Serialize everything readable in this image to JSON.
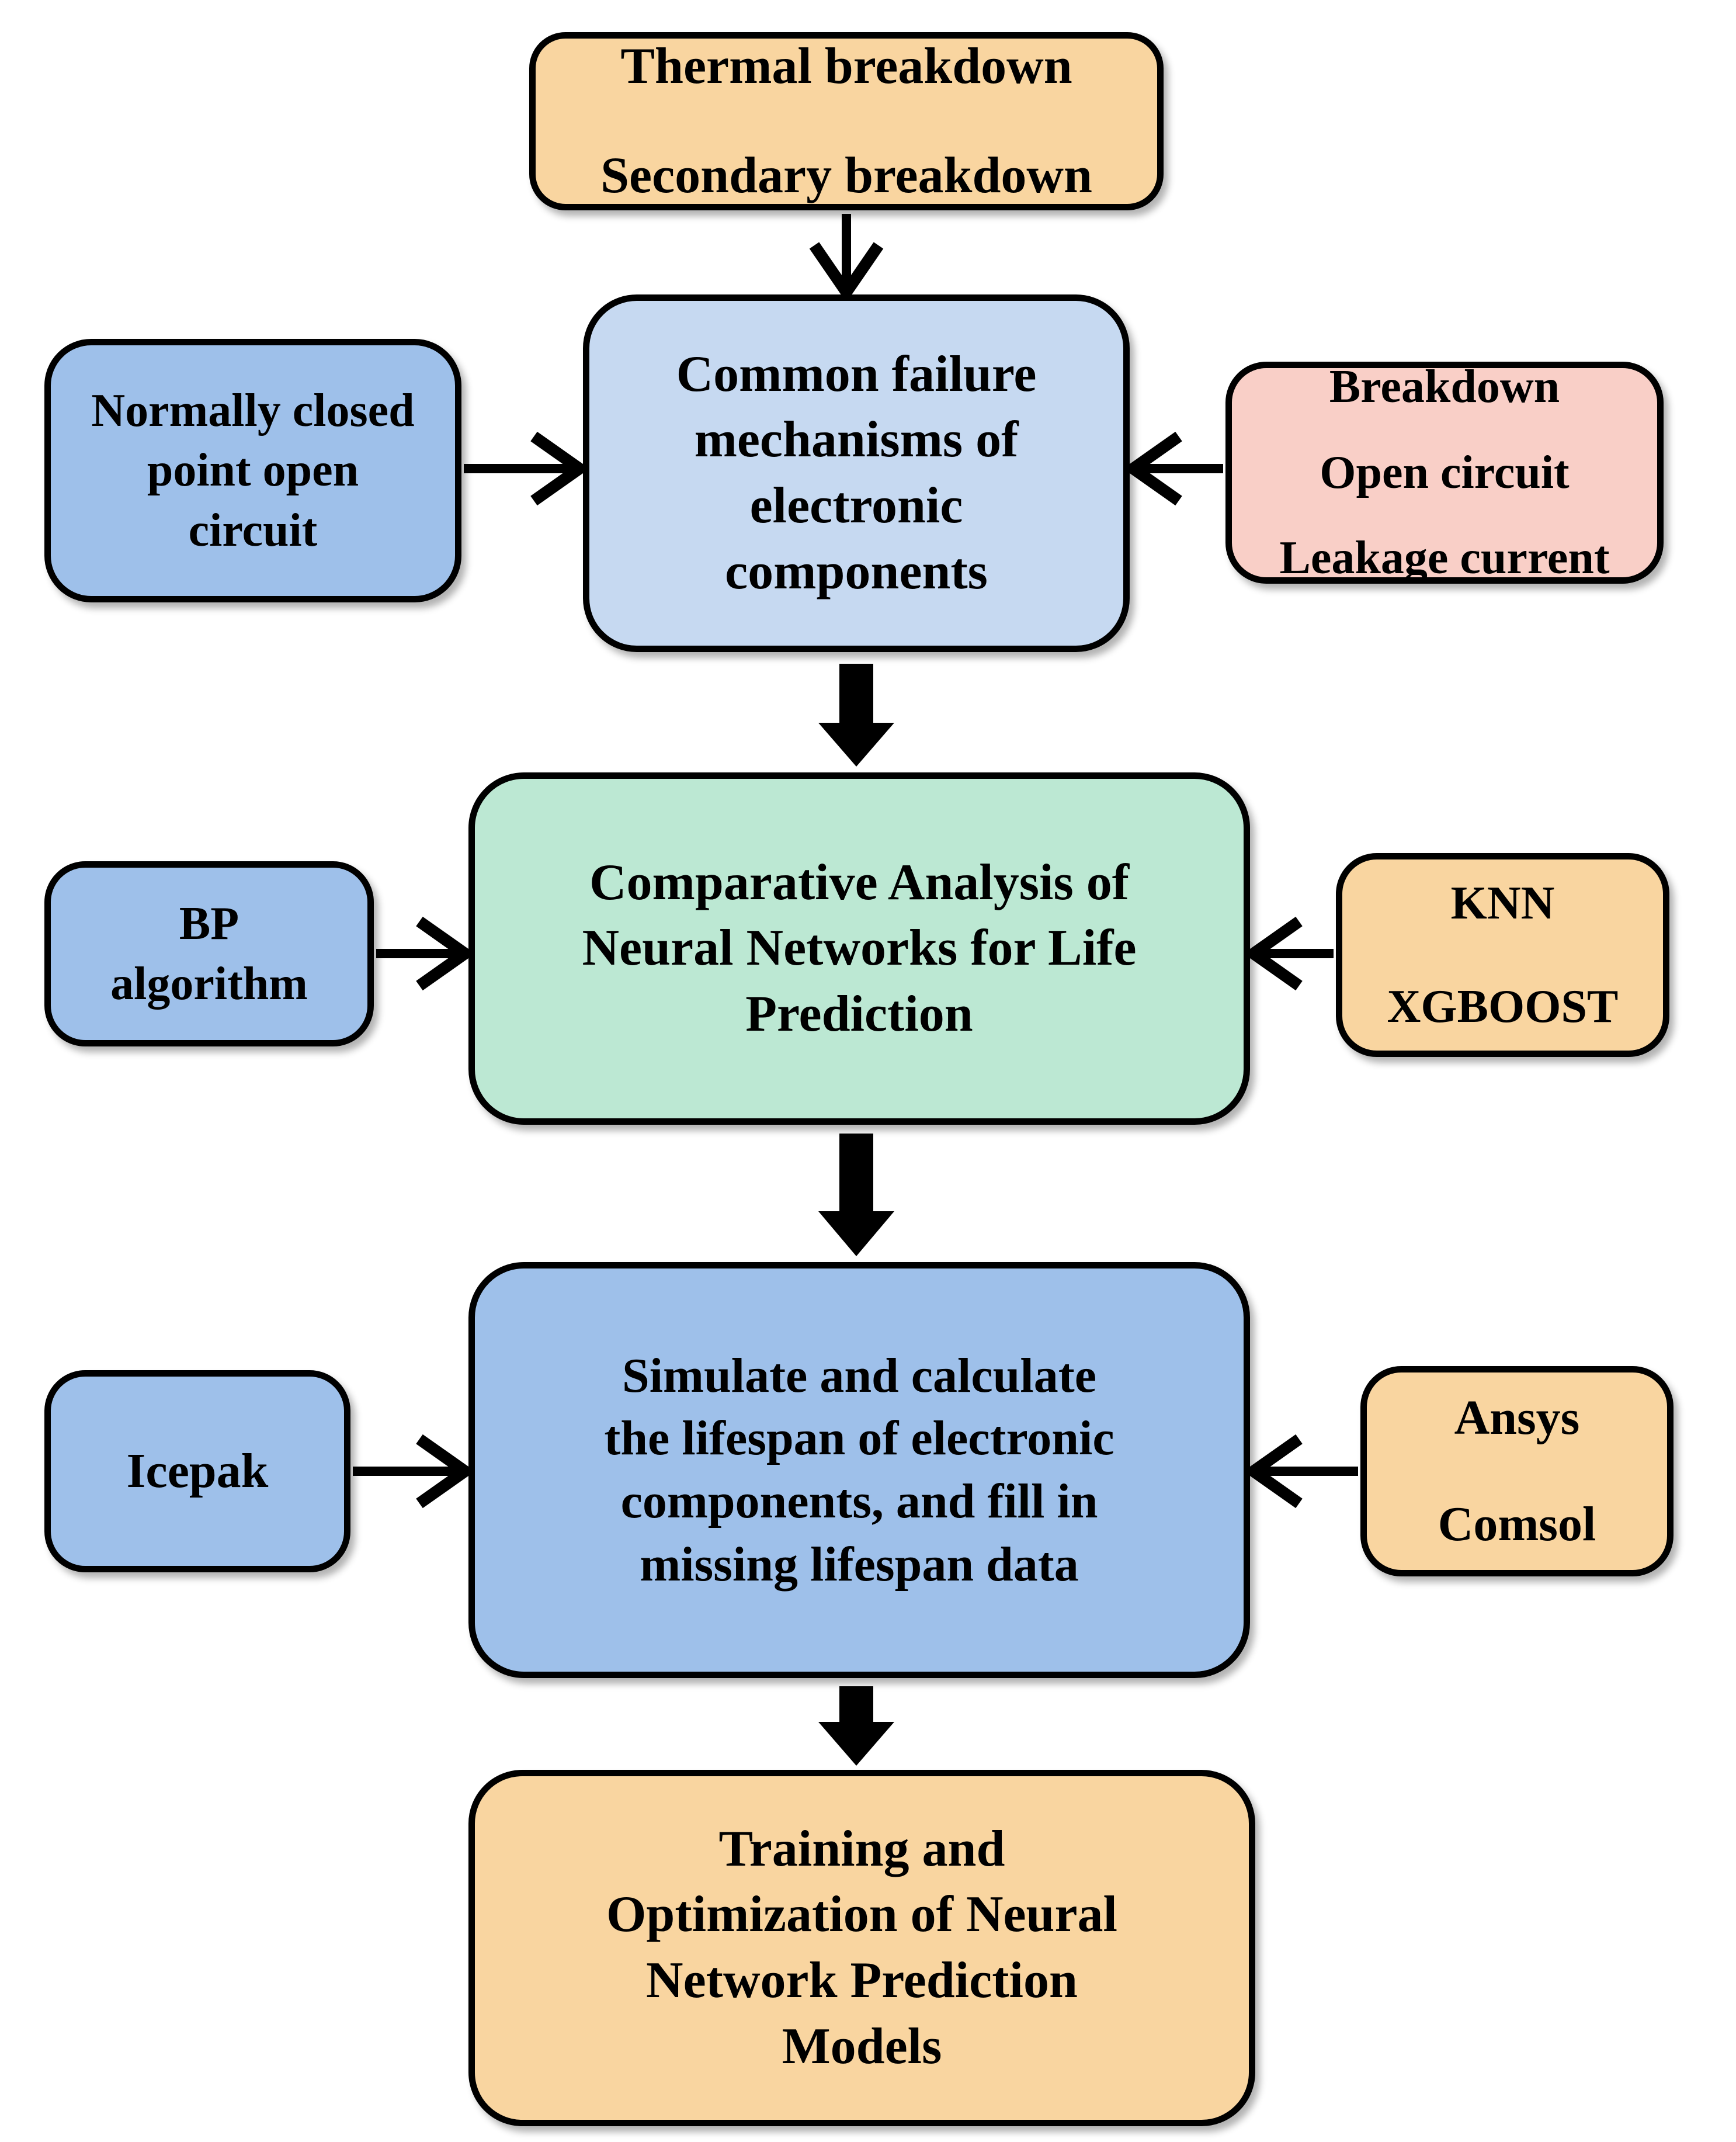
{
  "diagram_type": "flowchart",
  "colors": {
    "orange_fill": "#F9D5A0",
    "light_blue_fill": "#C6D9F1",
    "blue_fill": "#9EC0EA",
    "pink_fill": "#F9CFC7",
    "green_fill": "#BCE8D3",
    "stroke": "#000000",
    "background": "#FFFFFF"
  },
  "nodes": {
    "thermal": {
      "text": "Thermal breakdown Secondary breakdown",
      "lines": [
        "Thermal breakdown",
        "Secondary breakdown"
      ],
      "fill": "#F9D5A0"
    },
    "failure": {
      "text": "Common failure mechanisms of electronic components",
      "lines": [
        "Common failure",
        "mechanisms of",
        "electronic",
        "components"
      ],
      "fill": "#C6D9F1"
    },
    "nc": {
      "text": "Normally closed point open circuit",
      "lines": [
        "Normally closed",
        "point open",
        "circuit"
      ],
      "fill": "#9EC0EA"
    },
    "pink": {
      "text": "Breakdown Open circuit Leakage current",
      "lines": [
        "Breakdown",
        "Open circuit",
        "Leakage current"
      ],
      "fill": "#F9CFC7"
    },
    "green": {
      "text": "Comparative Analysis of Neural Networks for Life Prediction",
      "lines": [
        "Comparative Analysis of",
        "Neural Networks for Life",
        "Prediction"
      ],
      "fill": "#BCE8D3"
    },
    "bp": {
      "text": "BP algorithm",
      "lines": [
        "BP",
        "algorithm"
      ],
      "fill": "#9EC0EA"
    },
    "knn": {
      "text": "KNN XGBOOST",
      "lines": [
        "KNN",
        "XGBOOST"
      ],
      "fill": "#F9D5A0"
    },
    "simulate": {
      "text": "Simulate and calculate the lifespan of electronic components, and fill in missing lifespan data",
      "lines": [
        "Simulate and calculate",
        "the lifespan of electronic",
        "components, and fill in",
        "missing lifespan data"
      ],
      "fill": "#9EC0EA"
    },
    "icepak": {
      "text": "Icepak",
      "lines": [
        "Icepak"
      ],
      "fill": "#9EC0EA"
    },
    "ansys": {
      "text": "Ansys Comsol",
      "lines": [
        "Ansys",
        "Comsol"
      ],
      "fill": "#F9D5A0"
    },
    "training": {
      "text": "Training and Optimization of Neural Network Prediction Models",
      "lines": [
        "Training and",
        "Optimization of Neural",
        "Network Prediction",
        "Models"
      ],
      "fill": "#F9D5A0"
    }
  },
  "edges": [
    {
      "from": "thermal",
      "to": "failure",
      "style": "thin-arrow",
      "direction": "down"
    },
    {
      "from": "nc",
      "to": "failure",
      "style": "thin-arrow",
      "direction": "right"
    },
    {
      "from": "pink",
      "to": "failure",
      "style": "thin-arrow",
      "direction": "left"
    },
    {
      "from": "failure",
      "to": "green",
      "style": "block-arrow",
      "direction": "down"
    },
    {
      "from": "bp",
      "to": "green",
      "style": "thin-arrow",
      "direction": "right"
    },
    {
      "from": "knn",
      "to": "green",
      "style": "thin-arrow",
      "direction": "left"
    },
    {
      "from": "green",
      "to": "simulate",
      "style": "block-arrow",
      "direction": "down"
    },
    {
      "from": "icepak",
      "to": "simulate",
      "style": "thin-arrow",
      "direction": "right"
    },
    {
      "from": "ansys",
      "to": "simulate",
      "style": "thin-arrow",
      "direction": "left"
    },
    {
      "from": "simulate",
      "to": "training",
      "style": "block-arrow",
      "direction": "down"
    }
  ]
}
